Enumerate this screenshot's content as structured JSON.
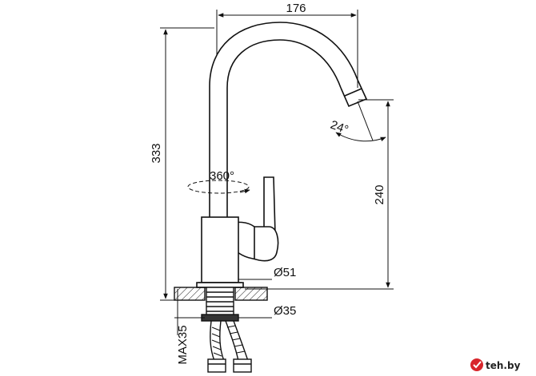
{
  "dimensions": {
    "spout_reach": "176",
    "total_height": "333",
    "spout_height": "240",
    "spout_angle": "24°",
    "rotation": "360°",
    "body_diameter": "Ø51",
    "hole_diameter": "Ø35",
    "max_thickness": "MAX35"
  },
  "watermark": {
    "text": "teh.by"
  },
  "colors": {
    "line": "#111111",
    "badge": "#d8262c",
    "background": "#ffffff"
  }
}
